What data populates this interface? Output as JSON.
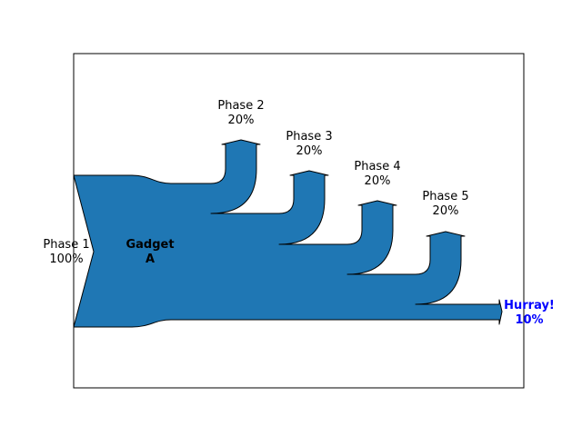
{
  "colors": {
    "flow_fill": "#1f77b4",
    "stroke": "#000000",
    "highlight_label": "#0000ff",
    "axes_frame": "#000000",
    "background": "#ffffff"
  },
  "chart_data": {
    "type": "sankey",
    "center_label": [
      "Gadget",
      "A"
    ],
    "flows": [
      {
        "label": "Phase 1",
        "value_text": "100%",
        "value": 1.0,
        "direction": "input"
      },
      {
        "label": "Phase 2",
        "value_text": "20%",
        "value": -0.2,
        "direction": "up"
      },
      {
        "label": "Phase 3",
        "value_text": "20%",
        "value": -0.2,
        "direction": "up"
      },
      {
        "label": "Phase 4",
        "value_text": "20%",
        "value": -0.2,
        "direction": "up"
      },
      {
        "label": "Phase 5",
        "value_text": "20%",
        "value": -0.2,
        "direction": "up"
      },
      {
        "label": "Hurray!",
        "value_text": "10%",
        "value": -0.1,
        "direction": "right",
        "highlight": true
      }
    ],
    "axes_ticks": "off"
  }
}
